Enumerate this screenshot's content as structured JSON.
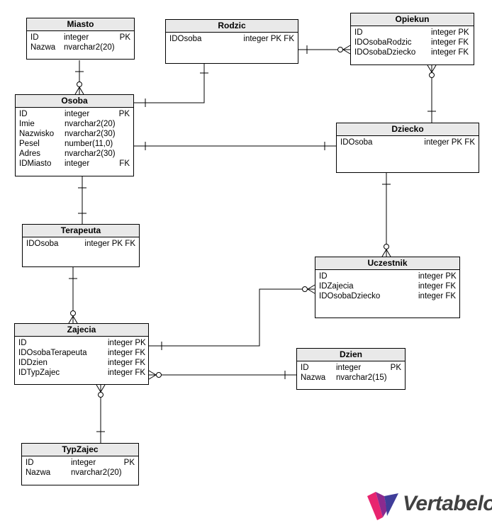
{
  "entities": {
    "miasto": {
      "name": "Miasto",
      "columns": [
        {
          "name": "ID",
          "type": "integer",
          "keys": "PK"
        },
        {
          "name": "Nazwa",
          "type": "nvarchar2(20)",
          "keys": ""
        }
      ]
    },
    "rodzic": {
      "name": "Rodzic",
      "columns": [
        {
          "name": "IDOsoba",
          "type": "integer PK FK",
          "keys": ""
        }
      ]
    },
    "opiekun": {
      "name": "Opiekun",
      "columns": [
        {
          "name": "ID",
          "type": "integer PK",
          "keys": ""
        },
        {
          "name": "IDOsobaRodzic",
          "type": "integer FK",
          "keys": ""
        },
        {
          "name": "IDOsobaDziecko",
          "type": "integer FK",
          "keys": ""
        }
      ]
    },
    "osoba": {
      "name": "Osoba",
      "columns": [
        {
          "name": "ID",
          "type": "integer",
          "keys": "PK"
        },
        {
          "name": "Imie",
          "type": "nvarchar2(20)",
          "keys": ""
        },
        {
          "name": "Nazwisko",
          "type": "nvarchar2(30)",
          "keys": ""
        },
        {
          "name": "Pesel",
          "type": "number(11,0)",
          "keys": ""
        },
        {
          "name": "Adres",
          "type": "nvarchar2(30)",
          "keys": ""
        },
        {
          "name": "IDMiasto",
          "type": "integer",
          "keys": "FK"
        }
      ]
    },
    "dziecko": {
      "name": "Dziecko",
      "columns": [
        {
          "name": "IDOsoba",
          "type": "integer PK FK",
          "keys": ""
        }
      ]
    },
    "terapeuta": {
      "name": "Terapeuta",
      "columns": [
        {
          "name": "IDOsoba",
          "type": "integer PK FK",
          "keys": ""
        }
      ]
    },
    "uczestnik": {
      "name": "Uczestnik",
      "columns": [
        {
          "name": "ID",
          "type": "integer PK",
          "keys": ""
        },
        {
          "name": "IDZajecia",
          "type": "integer FK",
          "keys": ""
        },
        {
          "name": "IDOsobaDziecko",
          "type": "integer FK",
          "keys": ""
        }
      ]
    },
    "zajecia": {
      "name": "Zajecia",
      "columns": [
        {
          "name": "ID",
          "type": "integer PK",
          "keys": ""
        },
        {
          "name": "IDOsobaTerapeuta",
          "type": "integer FK",
          "keys": ""
        },
        {
          "name": "IDDzien",
          "type": "integer FK",
          "keys": ""
        },
        {
          "name": "IDTypZajec",
          "type": "integer FK",
          "keys": ""
        }
      ]
    },
    "dzien": {
      "name": "Dzien",
      "columns": [
        {
          "name": "ID",
          "type": "integer",
          "keys": "PK"
        },
        {
          "name": "Nazwa",
          "type": "nvarchar2(15)",
          "keys": ""
        }
      ]
    },
    "typzajec": {
      "name": "TypZajec",
      "columns": [
        {
          "name": "ID",
          "type": "integer",
          "keys": "PK"
        },
        {
          "name": "Nazwa",
          "type": "nvarchar2(20)",
          "keys": ""
        }
      ]
    }
  },
  "relationships": [
    {
      "from": "miasto",
      "to": "osoba",
      "from_end": "one",
      "to_end": "many"
    },
    {
      "from": "osoba",
      "to": "rodzic",
      "from_end": "one",
      "to_end": "one"
    },
    {
      "from": "rodzic",
      "to": "opiekun",
      "from_end": "one",
      "to_end": "many"
    },
    {
      "from": "dziecko",
      "to": "opiekun",
      "from_end": "one",
      "to_end": "many"
    },
    {
      "from": "osoba",
      "to": "dziecko",
      "from_end": "one",
      "to_end": "one"
    },
    {
      "from": "osoba",
      "to": "terapeuta",
      "from_end": "one",
      "to_end": "one"
    },
    {
      "from": "dziecko",
      "to": "uczestnik",
      "from_end": "one",
      "to_end": "many"
    },
    {
      "from": "zajecia",
      "to": "uczestnik",
      "from_end": "one",
      "to_end": "many"
    },
    {
      "from": "terapeuta",
      "to": "zajecia",
      "from_end": "one",
      "to_end": "many"
    },
    {
      "from": "dzien",
      "to": "zajecia",
      "from_end": "one",
      "to_end": "many"
    },
    {
      "from": "typzajec",
      "to": "zajecia",
      "from_end": "one",
      "to_end": "many"
    }
  ],
  "logo": {
    "text": "Vertabelo",
    "colors": [
      "#e8246f",
      "#8b2a8f",
      "#3f3d99"
    ]
  }
}
